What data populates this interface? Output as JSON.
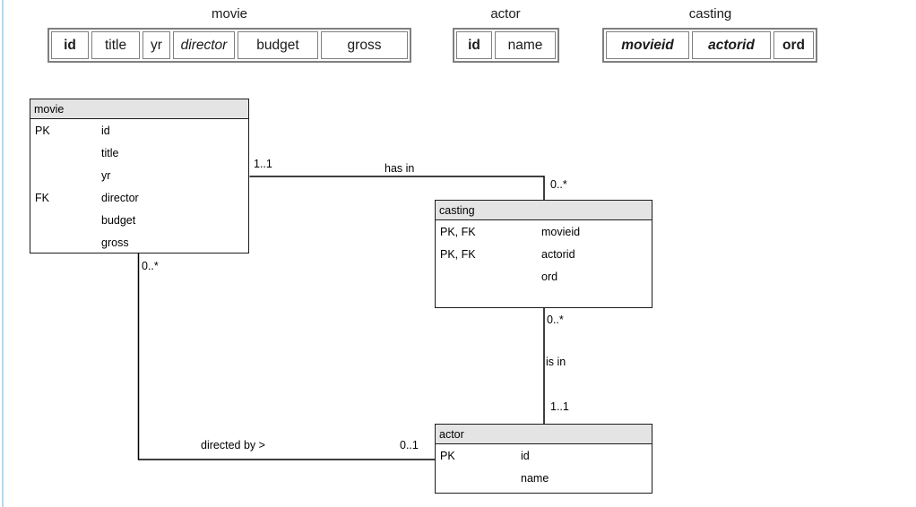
{
  "colors": {
    "left_stripe": "#b4d8f0",
    "schema_table_border": "#7f7f7f",
    "entity_header_bg": "#e4e4e4",
    "entity_border": "#1c1c1c",
    "relationship_line": "#000000"
  },
  "schema_tables": [
    {
      "name": "movie",
      "columns": [
        {
          "label": "id"
        },
        {
          "label": "title"
        },
        {
          "label": "yr"
        },
        {
          "label": "director"
        },
        {
          "label": "budget"
        },
        {
          "label": "gross"
        }
      ]
    },
    {
      "name": "actor",
      "columns": [
        {
          "label": "id"
        },
        {
          "label": "name"
        }
      ]
    },
    {
      "name": "casting",
      "columns": [
        {
          "label": "movieid"
        },
        {
          "label": "actorid"
        },
        {
          "label": "ord"
        }
      ]
    }
  ],
  "entities": [
    {
      "title": "movie",
      "rows": [
        {
          "key": "PK",
          "attr": "id"
        },
        {
          "key": "",
          "attr": "title"
        },
        {
          "key": "",
          "attr": "yr"
        },
        {
          "key": "FK",
          "attr": "director"
        },
        {
          "key": "",
          "attr": "budget"
        },
        {
          "key": "",
          "attr": "gross"
        }
      ]
    },
    {
      "title": "casting",
      "rows": [
        {
          "key": "PK, FK",
          "attr": "movieid"
        },
        {
          "key": "PK, FK",
          "attr": "actorid"
        },
        {
          "key": "",
          "attr": "ord"
        }
      ]
    },
    {
      "title": "actor",
      "rows": [
        {
          "key": "PK",
          "attr": "id"
        },
        {
          "key": "",
          "attr": "name"
        }
      ]
    }
  ],
  "relationships": [
    {
      "name": "has in",
      "from_entity": "movie",
      "to_entity": "casting",
      "from_cardinality": "1..1",
      "to_cardinality": "0..*"
    },
    {
      "name": "is in",
      "from_entity": "casting",
      "to_entity": "actor",
      "from_cardinality": "0..*",
      "to_cardinality": "1..1"
    },
    {
      "name": "directed by >",
      "from_entity": "movie",
      "to_entity": "actor",
      "from_cardinality": "0..*",
      "to_cardinality": "0..1"
    }
  ]
}
